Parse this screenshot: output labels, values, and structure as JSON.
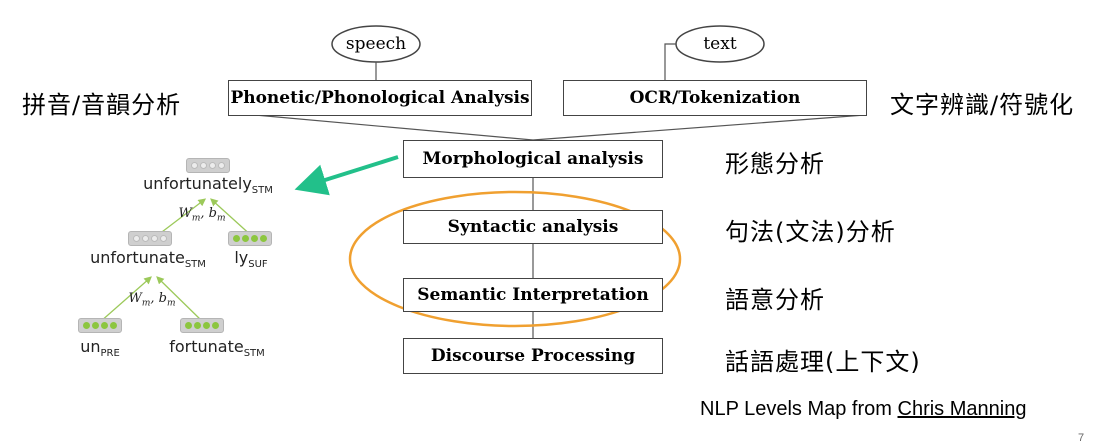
{
  "inputs": {
    "speech": "speech",
    "text": "text"
  },
  "stages": {
    "phonetic": "Phonetic/Phonological Analysis",
    "ocr": "OCR/Tokenization",
    "morphological": "Morphological analysis",
    "syntactic": "Syntactic analysis",
    "semantic": "Semantic Interpretation",
    "discourse": "Discourse Processing"
  },
  "chinese_labels": {
    "phonetic": "拼音/音韻分析",
    "ocr": "文字辨識/符號化",
    "morphological": "形態分析",
    "syntactic": "句法(文法)分析",
    "semantic": "語意分析",
    "discourse": "話語處理(上下文)"
  },
  "morph_tree": {
    "root": {
      "base": "unfortunately",
      "sub": "STM"
    },
    "mid_left": {
      "base": "unfortunate",
      "sub": "STM"
    },
    "mid_right": {
      "base": "ly",
      "sub": "SUF"
    },
    "leaf_left": {
      "base": "un",
      "sub": "PRE"
    },
    "leaf_right": {
      "base": "fortunate",
      "sub": "STM"
    },
    "weight": {
      "w": "W",
      "w_sub": "m",
      "b": "b",
      "b_sub": "m"
    }
  },
  "credit": {
    "prefix": "NLP Levels Map from ",
    "author": "Chris Manning"
  },
  "page_number": "7",
  "colors": {
    "highlight_oval": "#f0a030",
    "arrow": "#22c08a",
    "tree_edge": "#9cc95a",
    "vector_green": "#8cc63f"
  }
}
